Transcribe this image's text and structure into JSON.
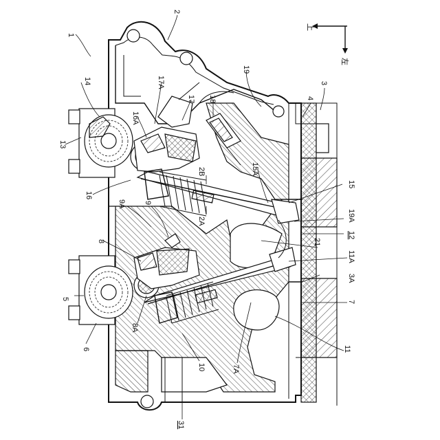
{
  "labels": {
    "l1": "1",
    "l2": "2",
    "l3": "3",
    "l3A": "3A",
    "l4": "4",
    "l5": "5",
    "l6": "6",
    "l7": "7",
    "l7A": "7A",
    "l8": "8",
    "l8A": "8A",
    "l9": "9",
    "l9A": "9A",
    "l10": "10",
    "l11": "11",
    "l11A": "11A",
    "l12": "12",
    "l13": "13",
    "l14": "14",
    "l15": "15",
    "l15A": "15A",
    "l16": "16",
    "l16A": "16A",
    "l17": "17",
    "l17A": "17A",
    "l18": "18",
    "l19": "19",
    "l19A": "19A",
    "l2A": "2A",
    "l2B": "2B",
    "l21": "21",
    "l31": "31"
  },
  "direction": {
    "up": "上",
    "left": "左"
  }
}
